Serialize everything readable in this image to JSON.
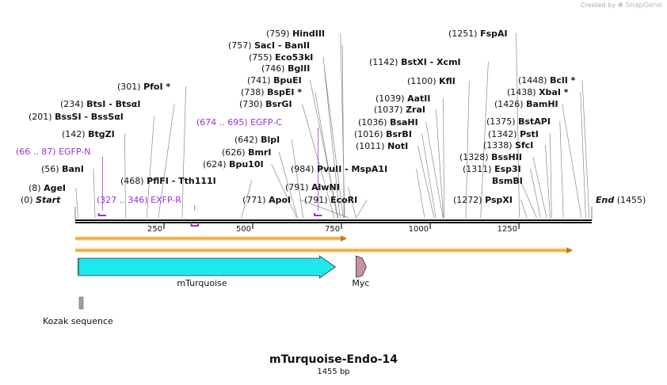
{
  "branding": {
    "created_by": "Created by",
    "product": "SnapGene"
  },
  "map": {
    "name": "mTurquoise-Endo-14",
    "length_label": "1455 bp",
    "length_bp": 1455,
    "start_label": "Start",
    "end_label": "End",
    "start_pos": "(0)",
    "end_pos": "(1455)",
    "ruler_ticks": [
      "250",
      "500",
      "750",
      "1000",
      "1250"
    ]
  },
  "enzymes": [
    {
      "pos": "(8)",
      "name": "AgeI",
      "bp": 8
    },
    {
      "pos": "(56)",
      "name": "BanI",
      "bp": 56
    },
    {
      "pos": "(142)",
      "name": "BtgZI",
      "bp": 142
    },
    {
      "pos": "(201)",
      "name": "BssSI  -  BssSαI",
      "bp": 201
    },
    {
      "pos": "(234)",
      "name": "BtsI  -  BtsαI",
      "bp": 234
    },
    {
      "pos": "(301)",
      "name": "PfoI *",
      "bp": 301
    },
    {
      "pos": "(468)",
      "name": "PflFI  -  Tth111I",
      "bp": 468
    },
    {
      "pos": "(624)",
      "name": "Bpu10I",
      "bp": 624
    },
    {
      "pos": "(626)",
      "name": "BmrI",
      "bp": 626
    },
    {
      "pos": "(642)",
      "name": "BlpI",
      "bp": 642
    },
    {
      "pos": "(730)",
      "name": "BsrGI",
      "bp": 730
    },
    {
      "pos": "(738)",
      "name": "BspEI *",
      "bp": 738
    },
    {
      "pos": "(741)",
      "name": "BpuEI",
      "bp": 741
    },
    {
      "pos": "(746)",
      "name": "BglII",
      "bp": 746
    },
    {
      "pos": "(755)",
      "name": "Eco53kI",
      "bp": 755
    },
    {
      "pos": "(757)",
      "name": "SacI  -  BanII",
      "bp": 757
    },
    {
      "pos": "(759)",
      "name": "HindIII",
      "bp": 759
    },
    {
      "pos": "(771)",
      "name": "ApoI",
      "bp": 771
    },
    {
      "pos": "(791)",
      "name": "AlwNI",
      "bp": 791
    },
    {
      "pos": "(791)",
      "name": "EcoRI",
      "bp": 791
    },
    {
      "pos": "(984)",
      "name": "PvuII  -  MspA1I",
      "bp": 984
    },
    {
      "pos": "(1011)",
      "name": "NotI",
      "bp": 1011
    },
    {
      "pos": "(1016)",
      "name": "BsrBI",
      "bp": 1016
    },
    {
      "pos": "(1036)",
      "name": "BsaHI",
      "bp": 1036
    },
    {
      "pos": "(1037)",
      "name": "ZraI",
      "bp": 1037
    },
    {
      "pos": "(1039)",
      "name": "AatII",
      "bp": 1039
    },
    {
      "pos": "(1100)",
      "name": "KflI",
      "bp": 1100
    },
    {
      "pos": "(1142)",
      "name": "BstXI  -  XcmI",
      "bp": 1142
    },
    {
      "pos": "(1251)",
      "name": "FspAI",
      "bp": 1251
    },
    {
      "pos": "(1272)",
      "name": "PspXI",
      "bp": 1272
    },
    {
      "pos": "",
      "name": "BsmBI",
      "bp": 1300
    },
    {
      "pos": "(1311)",
      "name": "Esp3I",
      "bp": 1311
    },
    {
      "pos": "(1328)",
      "name": "BssHII",
      "bp": 1328
    },
    {
      "pos": "(1338)",
      "name": "SfcI",
      "bp": 1338
    },
    {
      "pos": "(1342)",
      "name": "PstI",
      "bp": 1342
    },
    {
      "pos": "(1375)",
      "name": "BstAPI",
      "bp": 1375
    },
    {
      "pos": "(1426)",
      "name": "BamHI",
      "bp": 1426
    },
    {
      "pos": "(1438)",
      "name": "XbaI *",
      "bp": 1438
    },
    {
      "pos": "(1448)",
      "name": "BclI *",
      "bp": 1448
    }
  ],
  "primers": [
    {
      "pos": "(66 .. 87)",
      "name": "EGFP-N",
      "start": 66,
      "end": 87
    },
    {
      "pos": "(327 .. 346)",
      "name": "EXFP-R",
      "start": 327,
      "end": 346
    },
    {
      "pos": "(674 .. 695)",
      "name": "EGFP-C",
      "start": 674,
      "end": 695
    }
  ],
  "features": [
    {
      "name": "mTurquoise",
      "type": "cds",
      "start": 8,
      "end": 733,
      "color": "#1ee8ee"
    },
    {
      "name": "Myc",
      "type": "tag",
      "start": 791,
      "end": 820,
      "color": "#c98fa5"
    },
    {
      "name": "Kozak sequence",
      "type": "box",
      "start": 8,
      "end": 18,
      "color": "#a0a0a0"
    }
  ],
  "orfs": [
    {
      "start": 0,
      "end": 762
    },
    {
      "start": 0,
      "end": 1398
    }
  ],
  "colors": {
    "primer": "#9b30d6",
    "text": "#111111",
    "orf_fill": "#f7c86a",
    "orf_stroke": "#e0901e"
  }
}
